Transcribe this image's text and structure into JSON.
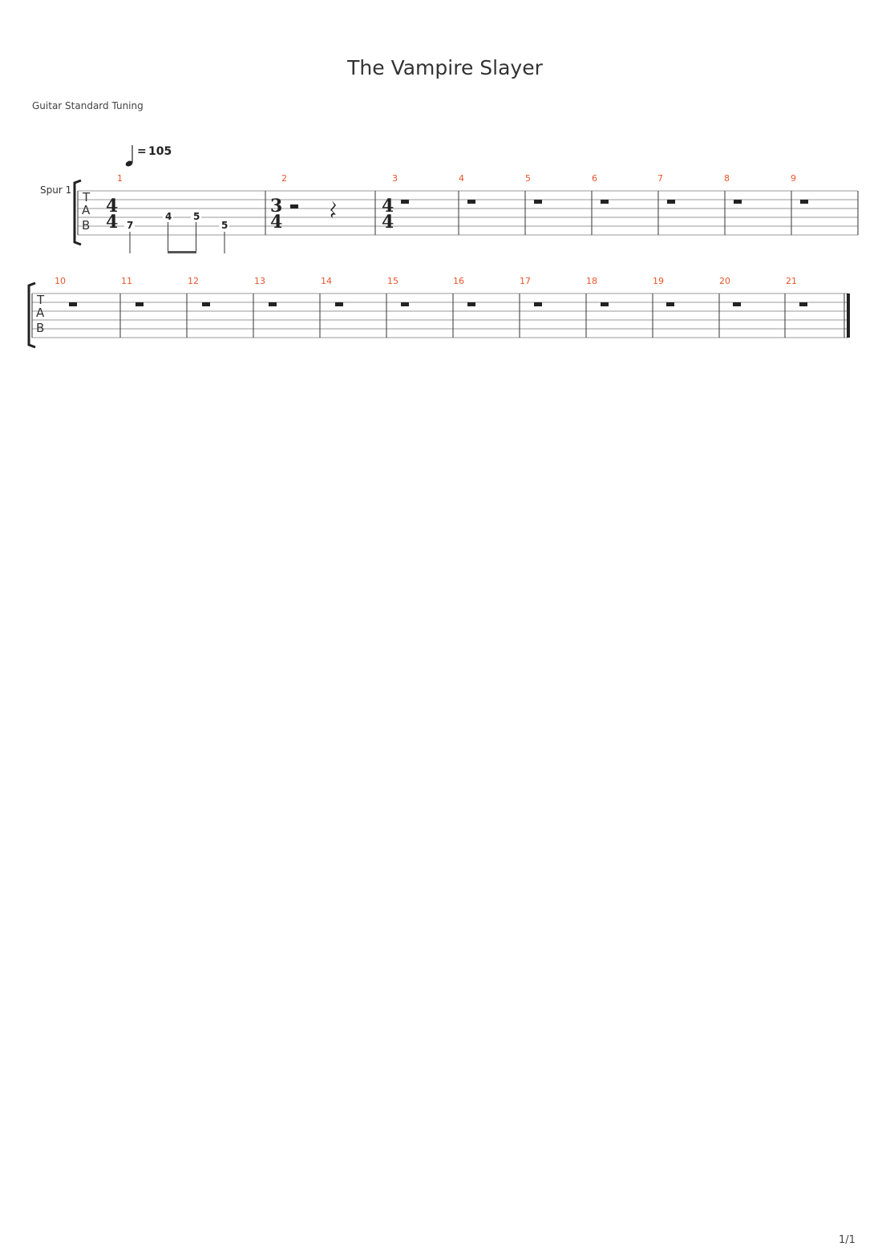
{
  "title": "The Vampire Slayer",
  "tuning": "Guitar Standard Tuning",
  "tempo": {
    "symbol": "=",
    "bpm": "105"
  },
  "track_name": "Spur 1",
  "tab_letters": [
    "T",
    "A",
    "B"
  ],
  "page_number": "1/1",
  "colors": {
    "measure_number": "#e8552b",
    "staff_line": "#999999",
    "ink": "#222222"
  },
  "time_signatures": [
    {
      "measure": 1,
      "top": "4",
      "bottom": "4"
    },
    {
      "measure": 2,
      "top": "3",
      "bottom": "4"
    },
    {
      "measure": 3,
      "top": "4",
      "bottom": "4"
    }
  ],
  "systems": [
    {
      "measures": [
        "1",
        "2",
        "3",
        "4",
        "5",
        "6",
        "7",
        "8",
        "9"
      ]
    },
    {
      "measures": [
        "10",
        "11",
        "12",
        "13",
        "14",
        "15",
        "16",
        "17",
        "18",
        "19",
        "20",
        "21"
      ]
    }
  ],
  "notes": [
    {
      "measure": 1,
      "fret": "7",
      "string": 5
    },
    {
      "measure": 1,
      "fret": "4",
      "string": 4
    },
    {
      "measure": 1,
      "fret": "5",
      "string": 4
    },
    {
      "measure": 1,
      "fret": "5",
      "string": 5
    }
  ],
  "rests": [
    {
      "measure": 2,
      "type": "half"
    },
    {
      "measure": 2,
      "type": "quarter"
    },
    {
      "measure": 3,
      "type": "whole"
    },
    {
      "measure": 4,
      "type": "whole"
    },
    {
      "measure": 5,
      "type": "whole"
    },
    {
      "measure": 6,
      "type": "whole"
    },
    {
      "measure": 7,
      "type": "whole"
    },
    {
      "measure": 8,
      "type": "whole"
    },
    {
      "measure": 9,
      "type": "whole"
    },
    {
      "measure": 10,
      "type": "whole"
    },
    {
      "measure": 11,
      "type": "whole"
    },
    {
      "measure": 12,
      "type": "whole"
    },
    {
      "measure": 13,
      "type": "whole"
    },
    {
      "measure": 14,
      "type": "whole"
    },
    {
      "measure": 15,
      "type": "whole"
    },
    {
      "measure": 16,
      "type": "whole"
    },
    {
      "measure": 17,
      "type": "whole"
    },
    {
      "measure": 18,
      "type": "whole"
    },
    {
      "measure": 19,
      "type": "whole"
    },
    {
      "measure": 20,
      "type": "whole"
    },
    {
      "measure": 21,
      "type": "whole"
    }
  ]
}
